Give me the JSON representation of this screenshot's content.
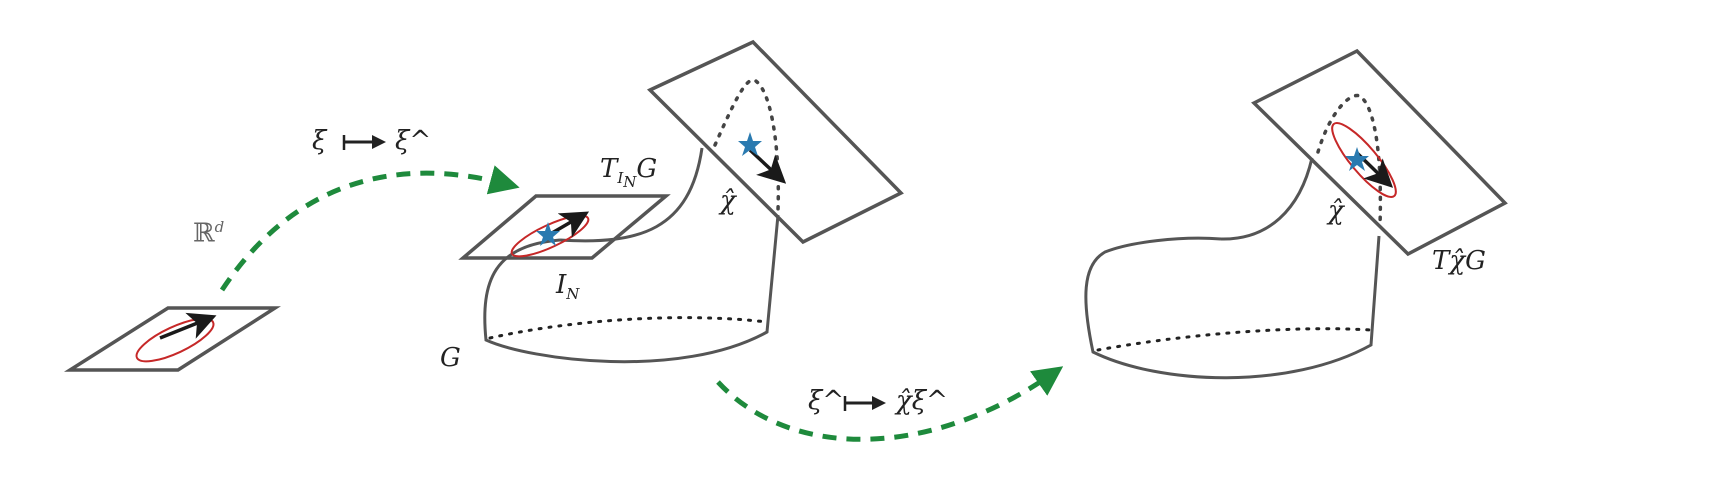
{
  "labels": {
    "rd_base": "ℝ",
    "rd_sup": "d",
    "map1_left": "ξ",
    "map1_right": "ξ^",
    "tangent_id": "T",
    "tangent_id_sub": "I",
    "tangent_id_subsub": "N",
    "tangent_id_group": "G",
    "identity": "I",
    "identity_sub": "N",
    "group": "G",
    "chi_hat_1": "χ̂",
    "map2_left": "ξ^",
    "map2_right": "χ̂ξ^",
    "chi_hat_2": "χ̂",
    "tangent_chi": "Tχ̂G"
  },
  "colors": {
    "outline": "#555555",
    "vector": "#1a1a1a",
    "ellipse": "#c62828",
    "star": "#2a7ab0",
    "dashed_arrow": "#1e8a3c"
  },
  "icons": [
    "star-icon",
    "maps-to-arrow-icon"
  ]
}
